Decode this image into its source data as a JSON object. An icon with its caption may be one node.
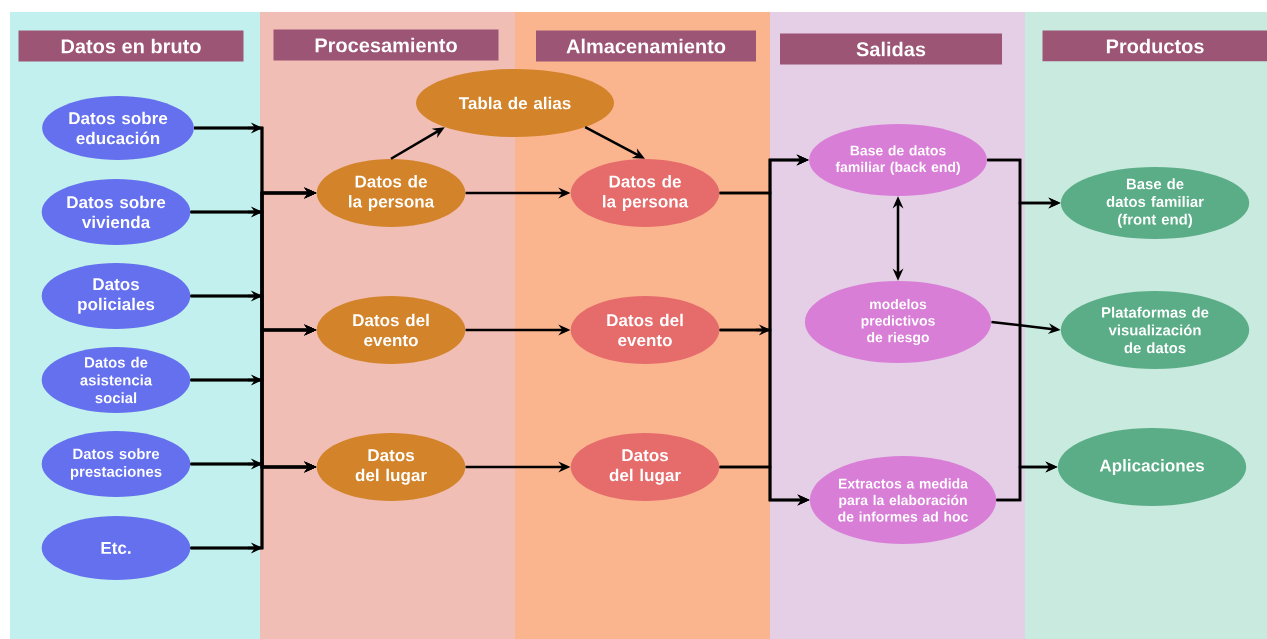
{
  "diagram": {
    "nodes": [
      {
        "text": [
          "Datos en bruto"
        ]
      },
      {
        "text": [
          "Procesamiento"
        ]
      },
      {
        "text": [
          "Almacenamiento"
        ]
      },
      {
        "text": [
          "Salidas"
        ]
      },
      {
        "text": [
          "Productos"
        ]
      },
      {
        "text": [
          "Datos sobre educación"
        ],
        "in": 0
      },
      {
        "text": [
          "Datos sobre vivienda"
        ],
        "in": 0
      },
      {
        "text": [
          "Datos policiales"
        ],
        "in": 0
      },
      {
        "text": [
          "Datos de asistencia social"
        ],
        "in": 0
      },
      {
        "text": [
          "Datos sobre prestaciones"
        ],
        "in": 0
      },
      {
        "text": [
          "Etc."
        ],
        "in": 0
      },
      {
        "text": [
          "Tabla de alias"
        ]
      },
      {
        "text": [
          "Datos de la persona"
        ],
        "in": 1
      },
      {
        "text": [
          "Datos del evento"
        ],
        "in": 1
      },
      {
        "text": [
          "Datos del lugar"
        ],
        "in": 1
      },
      {
        "text": [
          "Datos de la persona"
        ],
        "in": 2
      },
      {
        "text": [
          "Datos del evento"
        ],
        "in": 2
      },
      {
        "text": [
          "Datos del lugar"
        ],
        "in": 2
      },
      {
        "text": [
          "Base de datos familiar (back end)"
        ],
        "in": 3
      },
      {
        "text": [
          "modelos predictivos de riesgo"
        ],
        "in": 3
      },
      {
        "text": [
          "Extractos a medida para la elaboración de informes ad hoc"
        ],
        "in": 3
      },
      {
        "text": [
          "Base de datos familiar (front end)"
        ],
        "in": 4
      },
      {
        "text": [
          "Plataformas de visualización de datos"
        ],
        "in": 4
      },
      {
        "text": [
          "Aplicaciones"
        ],
        "in": 4
      }
    ],
    "edges": [
      {
        "from": 5,
        "to": 12,
        "arrow": "to"
      },
      {
        "from": 5,
        "to": 13,
        "arrow": "to"
      },
      {
        "from": 5,
        "to": 14,
        "arrow": "to"
      },
      {
        "from": 6,
        "to": 12,
        "arrow": "to"
      },
      {
        "from": 6,
        "to": 13,
        "arrow": "to"
      },
      {
        "from": 6,
        "to": 14,
        "arrow": "to"
      },
      {
        "from": 7,
        "to": 12,
        "arrow": "to"
      },
      {
        "from": 7,
        "to": 13,
        "arrow": "to"
      },
      {
        "from": 7,
        "to": 14,
        "arrow": "to"
      },
      {
        "from": 8,
        "to": 12,
        "arrow": "to"
      },
      {
        "from": 8,
        "to": 13,
        "arrow": "to"
      },
      {
        "from": 8,
        "to": 14,
        "arrow": "to"
      },
      {
        "from": 9,
        "to": 12,
        "arrow": "to"
      },
      {
        "from": 9,
        "to": 13,
        "arrow": "to"
      },
      {
        "from": 9,
        "to": 14,
        "arrow": "to"
      },
      {
        "from": 10,
        "to": 12,
        "arrow": "to"
      },
      {
        "from": 10,
        "to": 13,
        "arrow": "to"
      },
      {
        "from": 10,
        "to": 14,
        "arrow": "to"
      },
      {
        "from": 12,
        "to": 11,
        "arrow": "to"
      },
      {
        "from": 11,
        "to": 15,
        "arrow": "to"
      },
      {
        "from": 12,
        "to": 15,
        "arrow": "to"
      },
      {
        "from": 13,
        "to": 16,
        "arrow": "to"
      },
      {
        "from": 14,
        "to": 17,
        "arrow": "to"
      },
      {
        "from": 15,
        "to": 18,
        "arrow": "to"
      },
      {
        "from": 15,
        "to": 20,
        "arrow": "to"
      },
      {
        "from": 16,
        "to": 18,
        "arrow": "to"
      },
      {
        "from": 16,
        "to": 20,
        "arrow": "to"
      },
      {
        "from": 17,
        "to": 18,
        "arrow": "to"
      },
      {
        "from": 17,
        "to": 20,
        "arrow": "to"
      },
      {
        "from": 18,
        "to": 19,
        "arrow": "both"
      },
      {
        "from": 18,
        "to": 21,
        "arrow": "to"
      },
      {
        "from": 18,
        "to": 23,
        "arrow": "to"
      },
      {
        "from": 20,
        "to": 21,
        "arrow": "to"
      },
      {
        "from": 20,
        "to": 23,
        "arrow": "to"
      },
      {
        "from": 19,
        "to": 22,
        "arrow": "to"
      }
    ]
  }
}
